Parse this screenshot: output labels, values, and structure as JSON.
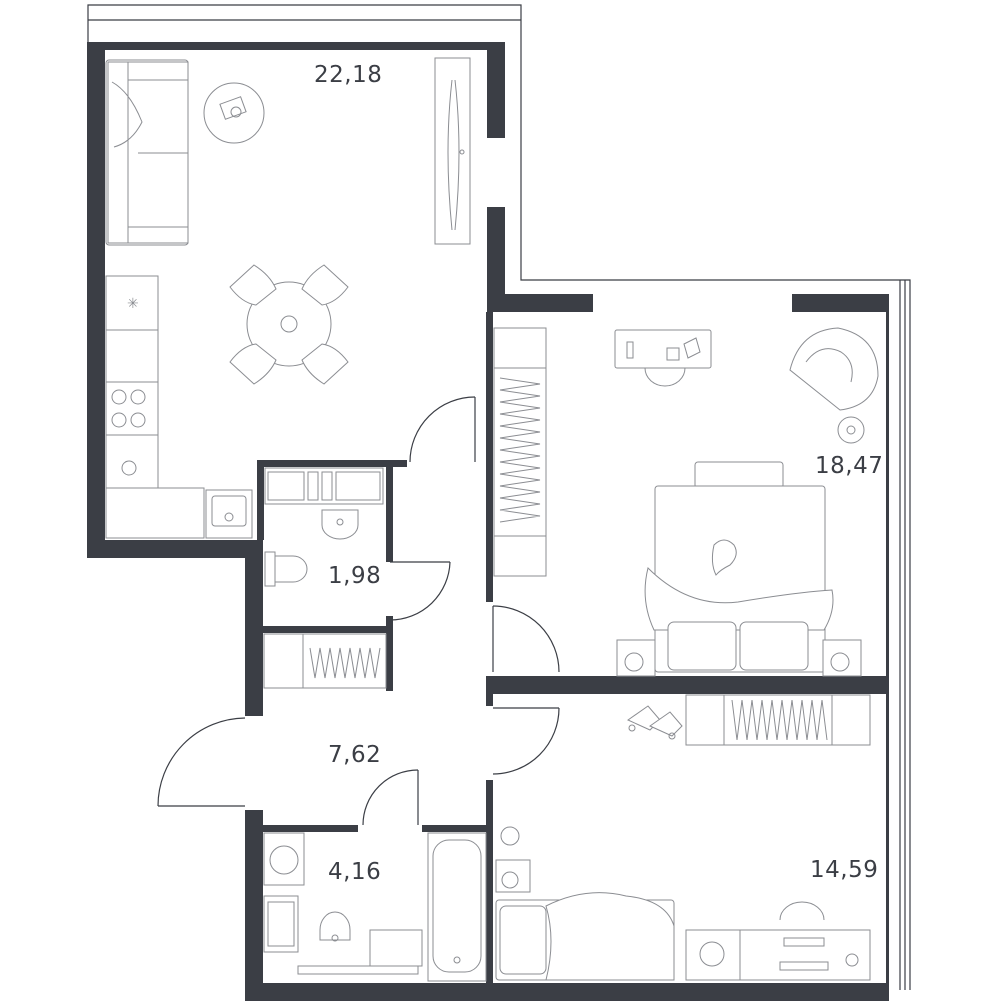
{
  "rooms": [
    {
      "id": "living-kitchen",
      "area": "22,18"
    },
    {
      "id": "bedroom-1",
      "area": "18,47"
    },
    {
      "id": "wc",
      "area": "1,98"
    },
    {
      "id": "hallway",
      "area": "7,62"
    },
    {
      "id": "bathroom",
      "area": "4,16"
    },
    {
      "id": "bedroom-2",
      "area": "14,59"
    }
  ],
  "colors": {
    "wall": "#3b3e45",
    "furniture": "#8b8d92",
    "background": "#ffffff"
  },
  "icons": [
    "sofa-icon",
    "coffee-table-icon",
    "tv-stand-icon",
    "dining-set-icon",
    "kitchen-counter-icon",
    "stove-icon",
    "sink-icon",
    "toilet-icon",
    "wardrobe-icon",
    "desk-icon",
    "armchair-icon",
    "double-bed-icon",
    "single-bed-icon",
    "bathtub-icon",
    "washing-machine-icon",
    "roller-skates-icon",
    "ball-icon",
    "nightstand-icon"
  ]
}
